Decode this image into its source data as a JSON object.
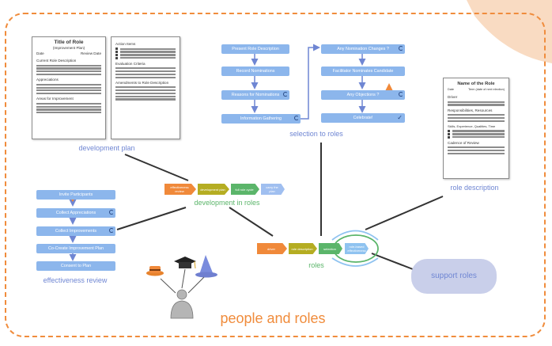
{
  "colors": {
    "border": "#f08c3c",
    "caption": "#6f86d3",
    "process_box": "#8cb6ec",
    "arrow": "#6f86d3",
    "chevron_orange": "#f0893a",
    "chevron_olive": "#b5ad22",
    "chevron_green": "#5bb56a",
    "chevron_blue": "#a0bff0"
  },
  "title": "people and roles",
  "dev_plan": {
    "caption": "development plan",
    "doc1": {
      "title": "Title of Role",
      "subtitle": "(Improvement Plan)",
      "date": "Date",
      "review": "Review Date",
      "s1": "Current Role Description",
      "s2": "Appreciations",
      "s3": "Areas for Improvement"
    },
    "doc2": {
      "s1": "Action Items",
      "s2": "Evaluation Criteria",
      "s3": "Amendments to Role Description"
    }
  },
  "selection": {
    "caption": "selection to roles",
    "left": [
      "Present Role Description",
      "Record Nominations",
      "Reasons for Nominations",
      "Information Gathering"
    ],
    "right": [
      "Any Nomination Changes ?",
      "Facilitator Nominates Candidate",
      "Any Objections ?",
      "Celebrate!"
    ]
  },
  "role_desc": {
    "caption": "role description",
    "doc": {
      "title": "Name of the Role",
      "date": "Date",
      "term": "Term (date of next election)",
      "s1": "Driver",
      "s2": "Responsibilities, Resources",
      "s3": "Skills, Experience, Qualities, Time",
      "s4": "Cadence of Review"
    }
  },
  "development": {
    "caption": "development in roles",
    "chevrons": [
      "effectiveness review",
      "development plan",
      "full role cycle",
      "carry the plan"
    ]
  },
  "effectiveness": {
    "caption": "effectiveness review",
    "steps": [
      "Invite Participants",
      "Collect Appreciations",
      "Collect Improvements",
      "Co-Create Improvement Plan",
      "Consent to Plan"
    ]
  },
  "roles": {
    "caption": "roles",
    "chevrons": [
      "driver",
      "role description",
      "selection"
    ],
    "cycle_label": "role-based effectiveness"
  },
  "support": {
    "label": "support roles"
  },
  "icons": [
    "hat-orange-icon",
    "graduation-cap-icon",
    "wizard-hat-icon",
    "person-icon"
  ]
}
